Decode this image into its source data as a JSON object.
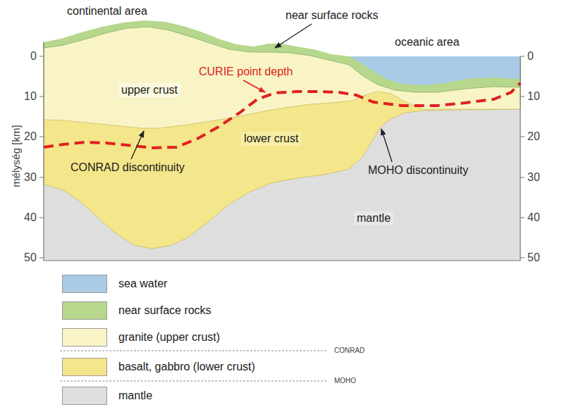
{
  "diagram": {
    "labels": [
      "continental area",
      "near surface rocks",
      "oceanic area",
      "mélység [km]",
      "0",
      "10",
      "20",
      "30",
      "40",
      "50",
      "0",
      "10",
      "20",
      "30",
      "40",
      "50",
      "upper crust",
      "CURIE point depth",
      "lower crust",
      "CONRAD discontinuity",
      "MOHO discontinuity",
      "mantle",
      "CONRAD",
      "MOHO"
    ],
    "legend": [
      {
        "text": "sea water",
        "color": "#a9cbe6"
      },
      {
        "text": "near surface rocks",
        "color": "#b6d78c"
      },
      {
        "text": "granite (upper crust)",
        "color": "#f8f4c6"
      },
      {
        "text": "basalt, gabbro (lower crust)",
        "color": "#f4e68a"
      },
      {
        "text": "mantle",
        "color": "#dedede"
      }
    ]
  }
}
